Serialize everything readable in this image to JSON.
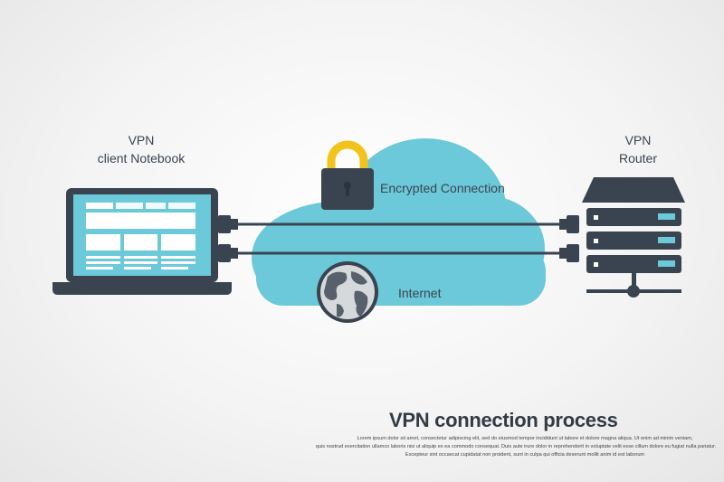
{
  "laptop": {
    "label_line1": "VPN",
    "label_line2": "client Notebook"
  },
  "router": {
    "label_line1": "VPN",
    "label_line2": "Router"
  },
  "cloud": {
    "encrypted_label": "Encrypted Connection",
    "internet_label": "Internet",
    "color": "#6cc9d9"
  },
  "footer": {
    "title": "VPN connection process",
    "lorem_line1": "Lorem ipsum dolor sit amet, consectetur adipiscing elit, sed do eiusmod tempor incididunt ut labore et dolore magna aliqua. Ut enim ad minim veniam,",
    "lorem_line2": "quis nostrud exercitation ullamco laboris nisi ut aliquip ex ea commodo consequat. Duis aute irure dolor in reprehenderit in voluptate velit esse cillum dolore eu fugiat nulla pariatur.",
    "lorem_line3": "Excepteur sint occaecat cupidatat non proident, sunt in culpa qui officia deserunt mollit anim id est laborum"
  },
  "colors": {
    "dark": "#3a4450",
    "screen": "#6cc9d9",
    "lock": "#f2c31b",
    "router_led": "#6cc9d9"
  },
  "icons": [
    "laptop-icon",
    "cloud-icon",
    "padlock-icon",
    "globe-icon",
    "server-icon",
    "plug-icon"
  ]
}
